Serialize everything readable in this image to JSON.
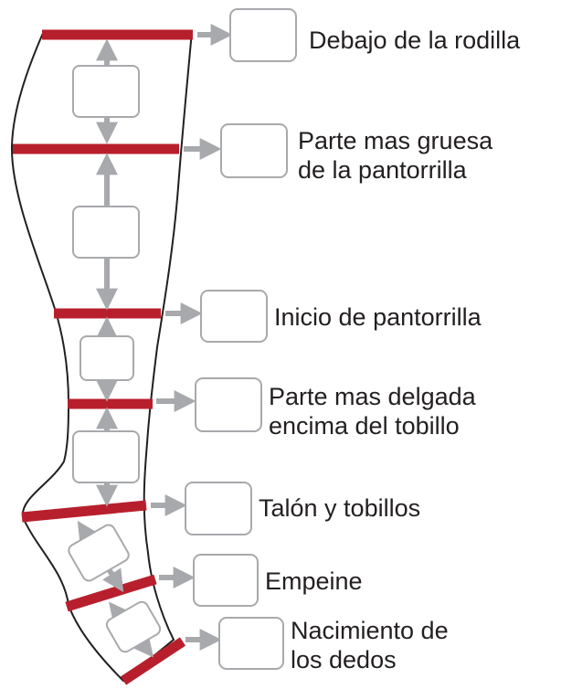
{
  "labels": {
    "below_knee": "Debajo de la rodilla",
    "calf_thickest_1": "Parte mas gruesa",
    "calf_thickest_2": "de la pantorrilla",
    "calf_start": "Inicio de pantorrilla",
    "above_ankle_1": "Parte mas delgada",
    "above_ankle_2": "encima del tobillo",
    "heel_ankle": "Talón y tobillos",
    "instep": "Empeine",
    "toes_1": "Nacimiento de",
    "toes_2": "los dedos"
  },
  "colors": {
    "band": "#b81f2d",
    "arrow": "#a7a9ac",
    "box_border": "#a7a9ac",
    "outline": "#231f20",
    "text": "#231f20"
  }
}
